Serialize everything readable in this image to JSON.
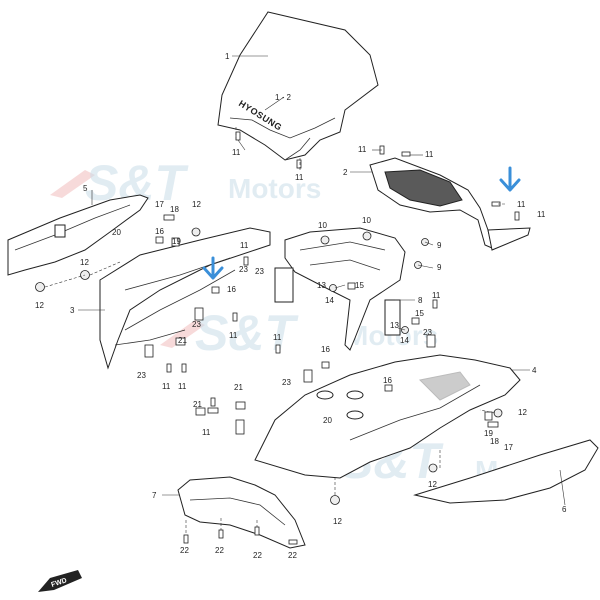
{
  "watermark": {
    "brand": "S&T",
    "suffix": "Motors"
  },
  "brand_text": "HYOSUNG",
  "fwd_label": "FWD",
  "highlight_color": "#3a8fd9",
  "callouts": {
    "c1": "1",
    "c1_2": "1 - 2",
    "c2": "2",
    "c3": "3",
    "c4": "4",
    "c5": "5",
    "c6": "6",
    "c7": "7",
    "c8": "8",
    "c9": "9",
    "c10": "10",
    "c11": "11",
    "c12": "12",
    "c13": "13",
    "c14": "14",
    "c15": "15",
    "c16": "16",
    "c17": "17",
    "c18": "18",
    "c19": "19",
    "c20": "20",
    "c21": "21",
    "c22": "22",
    "c23": "23"
  }
}
